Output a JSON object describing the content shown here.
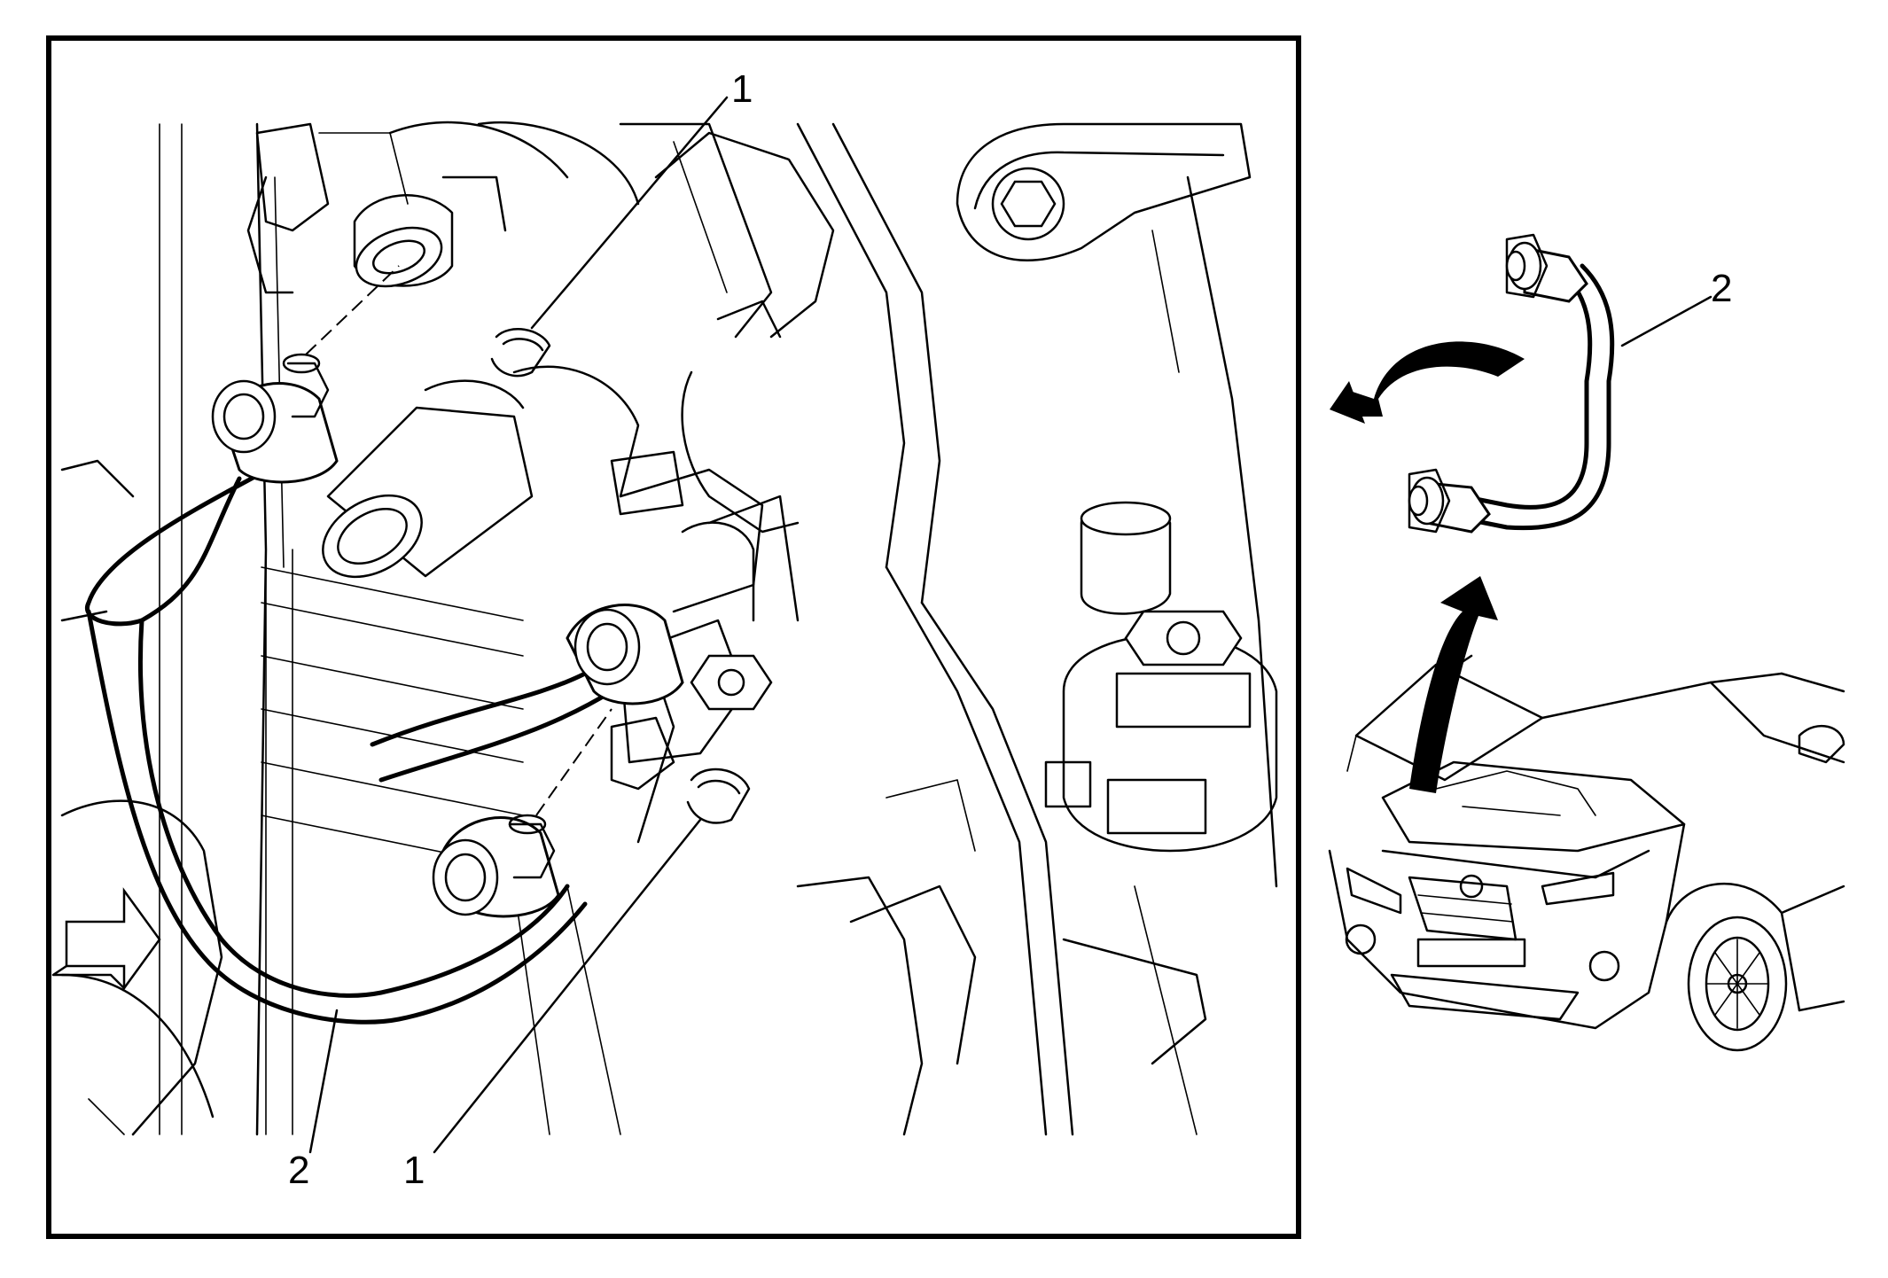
{
  "callouts": {
    "top_clip": "1",
    "bottom_clip": "1",
    "hose_main": "2",
    "hose_detail": "2"
  },
  "colors": {
    "line": "#000000",
    "background": "#ffffff"
  }
}
